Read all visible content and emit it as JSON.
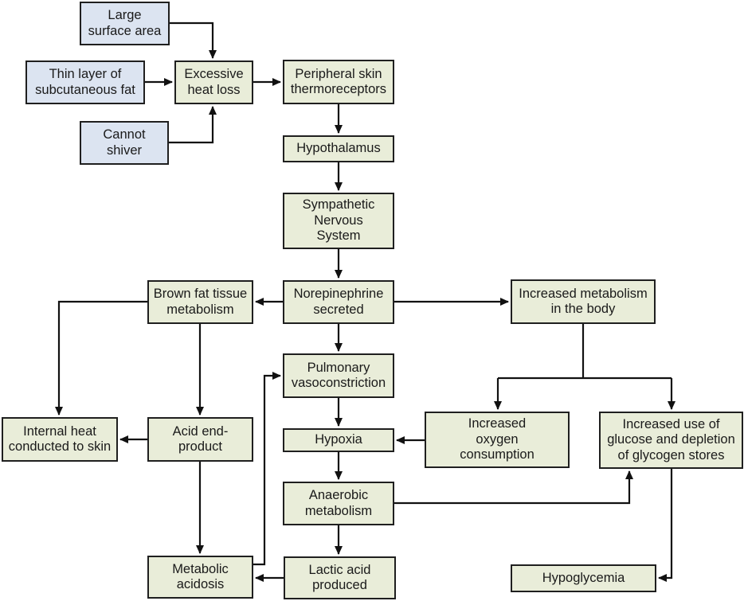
{
  "diagram": {
    "description": "Flowchart of neonatal cold stress physiology",
    "colors": {
      "risk_fill": "#dce4f1",
      "process_fill": "#e9edd9",
      "border": "#1f1f1f",
      "arrow": "#111111",
      "text": "#1a1a1a",
      "background": "#ffffff"
    },
    "nodes": [
      {
        "id": "large-surface-area",
        "label": "Large\nsurface area",
        "kind": "risk"
      },
      {
        "id": "thin-subcutaneous-fat",
        "label": "Thin layer of\nsubcutaneous fat",
        "kind": "risk"
      },
      {
        "id": "cannot-shiver",
        "label": "Cannot\nshiver",
        "kind": "risk"
      },
      {
        "id": "excessive-heat-loss",
        "label": "Excessive\nheat loss",
        "kind": "process"
      },
      {
        "id": "peripheral-skin-thermoreceptors",
        "label": "Peripheral skin\nthermoreceptors",
        "kind": "process"
      },
      {
        "id": "hypothalamus",
        "label": "Hypothalamus",
        "kind": "process"
      },
      {
        "id": "sympathetic-nervous-system",
        "label": "Sympathetic\nNervous\nSystem",
        "kind": "process"
      },
      {
        "id": "brown-fat-tissue-metabolism",
        "label": "Brown fat tissue\nmetabolism",
        "kind": "process"
      },
      {
        "id": "norepinephrine-secreted",
        "label": "Norepinephrine\nsecreted",
        "kind": "process"
      },
      {
        "id": "increased-metabolism-in-body",
        "label": "Increased metabolism\nin the body",
        "kind": "process"
      },
      {
        "id": "pulmonary-vasoconstriction",
        "label": "Pulmonary\nvasoconstriction",
        "kind": "process"
      },
      {
        "id": "hypoxia",
        "label": "Hypoxia",
        "kind": "process"
      },
      {
        "id": "internal-heat-conducted-to-skin",
        "label": "Internal heat\nconducted to skin",
        "kind": "process"
      },
      {
        "id": "acid-end-product",
        "label": "Acid end-\nproduct",
        "kind": "process"
      },
      {
        "id": "increased-oxygen-consumption",
        "label": "Increased\noxygen\nconsumption",
        "kind": "process"
      },
      {
        "id": "increased-glucose-use",
        "label": "Increased use of\nglucose and depletion\nof glycogen stores",
        "kind": "process"
      },
      {
        "id": "anaerobic-metabolism",
        "label": "Anaerobic\nmetabolism",
        "kind": "process"
      },
      {
        "id": "lactic-acid-produced",
        "label": "Lactic acid\nproduced",
        "kind": "process"
      },
      {
        "id": "metabolic-acidosis",
        "label": "Metabolic\nacidosis",
        "kind": "process"
      },
      {
        "id": "hypoglycemia",
        "label": "Hypoglycemia",
        "kind": "process"
      }
    ]
  }
}
